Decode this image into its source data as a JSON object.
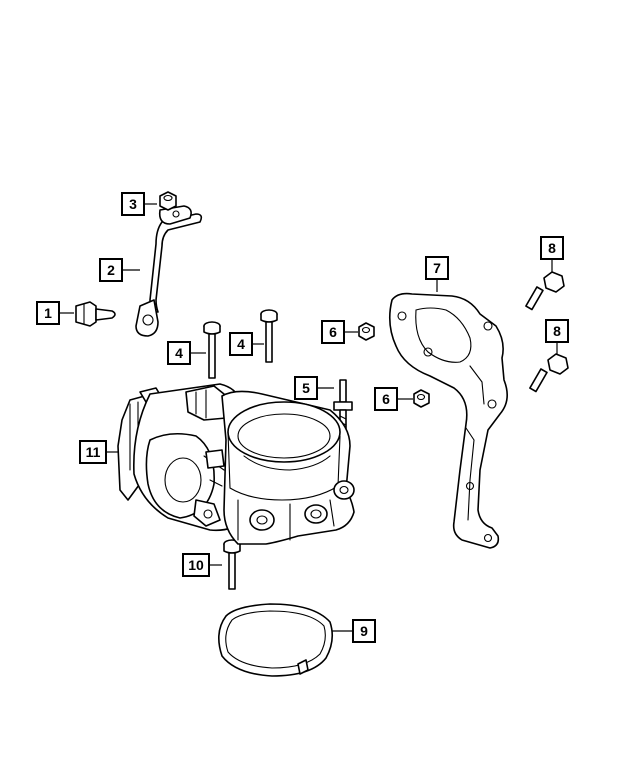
{
  "callouts": [
    {
      "id": "c1",
      "label": "1"
    },
    {
      "id": "c2",
      "label": "2"
    },
    {
      "id": "c3",
      "label": "3"
    },
    {
      "id": "c4a",
      "label": "4"
    },
    {
      "id": "c4b",
      "label": "4"
    },
    {
      "id": "c5",
      "label": "5"
    },
    {
      "id": "c6a",
      "label": "6"
    },
    {
      "id": "c6b",
      "label": "6"
    },
    {
      "id": "c7",
      "label": "7"
    },
    {
      "id": "c8a",
      "label": "8"
    },
    {
      "id": "c8b",
      "label": "8"
    },
    {
      "id": "c9",
      "label": "9"
    },
    {
      "id": "c10",
      "label": "10"
    },
    {
      "id": "c11",
      "label": "11"
    }
  ],
  "colors": {
    "line": "#000000",
    "background": "#ffffff"
  }
}
